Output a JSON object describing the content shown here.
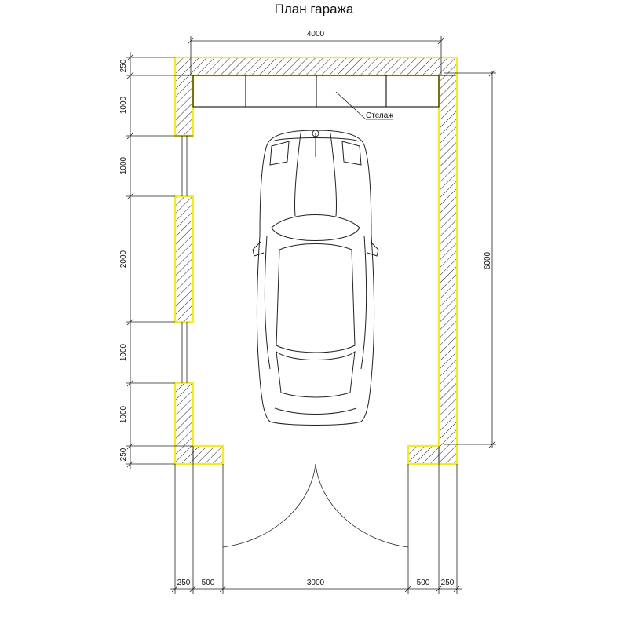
{
  "title": "План гаража",
  "labels": {
    "shelf": "Стелаж"
  },
  "dimensions": {
    "top": "4000",
    "right": "6000",
    "left": [
      "250",
      "1000",
      "1000",
      "2000",
      "1000",
      "1000",
      "250"
    ],
    "bottom": [
      "250",
      "500",
      "3000",
      "500",
      "250"
    ]
  },
  "colors": {
    "wall_outline": "#f4ea25",
    "lines": "#222222"
  }
}
